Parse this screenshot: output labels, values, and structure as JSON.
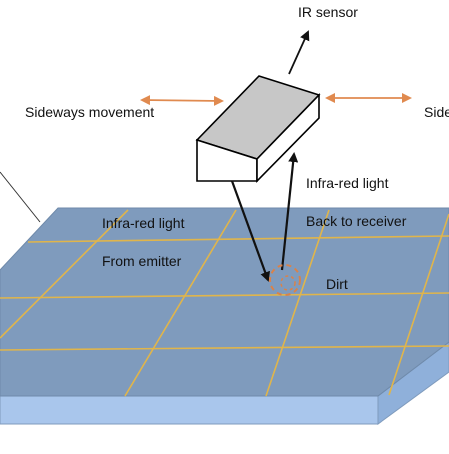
{
  "labels": {
    "ir_sensor": "IR sensor",
    "sideways_left": "Sideways movement",
    "sideways_right": "Sideways movement",
    "infrared_emitter": "Infra-red light",
    "from_emitter": "From emitter",
    "infrared_receiver": "Infra-red light",
    "back_to_receiver": "Back to receiver",
    "dirt": "Dirt"
  },
  "colors": {
    "panel_top": "#7f9bbd",
    "panel_front": "#a9c6ec",
    "panel_side": "#8fb0da",
    "grid_lines": "#e0b54b",
    "sideways_arrows": "#e08a4f",
    "dirt": "#d9824a",
    "box_top": "#c7c7c7",
    "box_face": "#ffffff",
    "beams": "#111111"
  }
}
